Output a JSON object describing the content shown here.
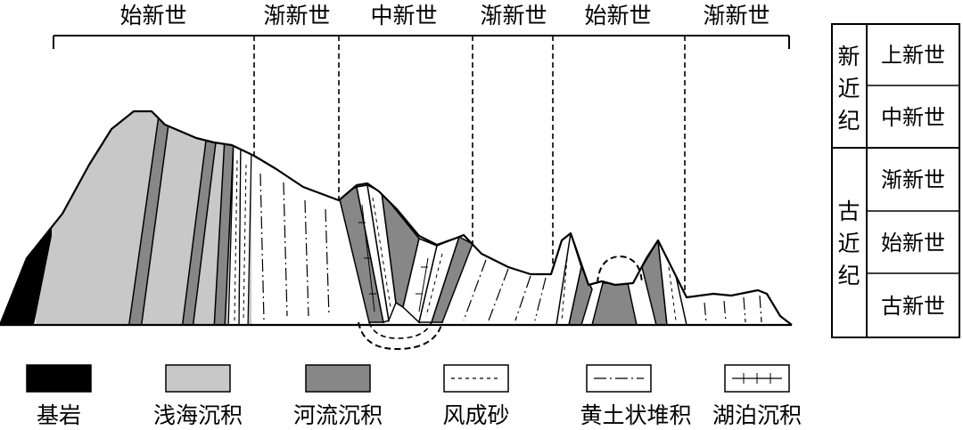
{
  "section_labels": [
    "始新世",
    "渐新世",
    "中新世",
    "渐新世",
    "始新世",
    "渐新世"
  ],
  "legend": [
    {
      "label": "基岩",
      "pattern": "bedrock",
      "color": "#000000"
    },
    {
      "label": "浅海沉积",
      "pattern": "shallow-sea",
      "color": "#c8c8c8"
    },
    {
      "label": "河流沉积",
      "pattern": "fluvial",
      "color": "#878787"
    },
    {
      "label": "风成砂",
      "pattern": "aeolian-sand"
    },
    {
      "label": "黄土状堆积",
      "pattern": "loess-like"
    },
    {
      "label": "湖泊沉积",
      "pattern": "lacustrine"
    }
  ],
  "strat_table": {
    "periods": [
      {
        "name": "新近纪",
        "chars": [
          "新",
          "近",
          "纪"
        ],
        "epochs": [
          "上新世",
          "中新世"
        ]
      },
      {
        "name": "古近纪",
        "chars": [
          "古",
          "近",
          "纪"
        ],
        "epochs": [
          "渐新世",
          "始新世",
          "古新世"
        ]
      }
    ]
  },
  "colors": {
    "bedrock": "#000000",
    "shallow_sea": "#c8c8c8",
    "fluvial": "#878787",
    "line": "#000000"
  }
}
